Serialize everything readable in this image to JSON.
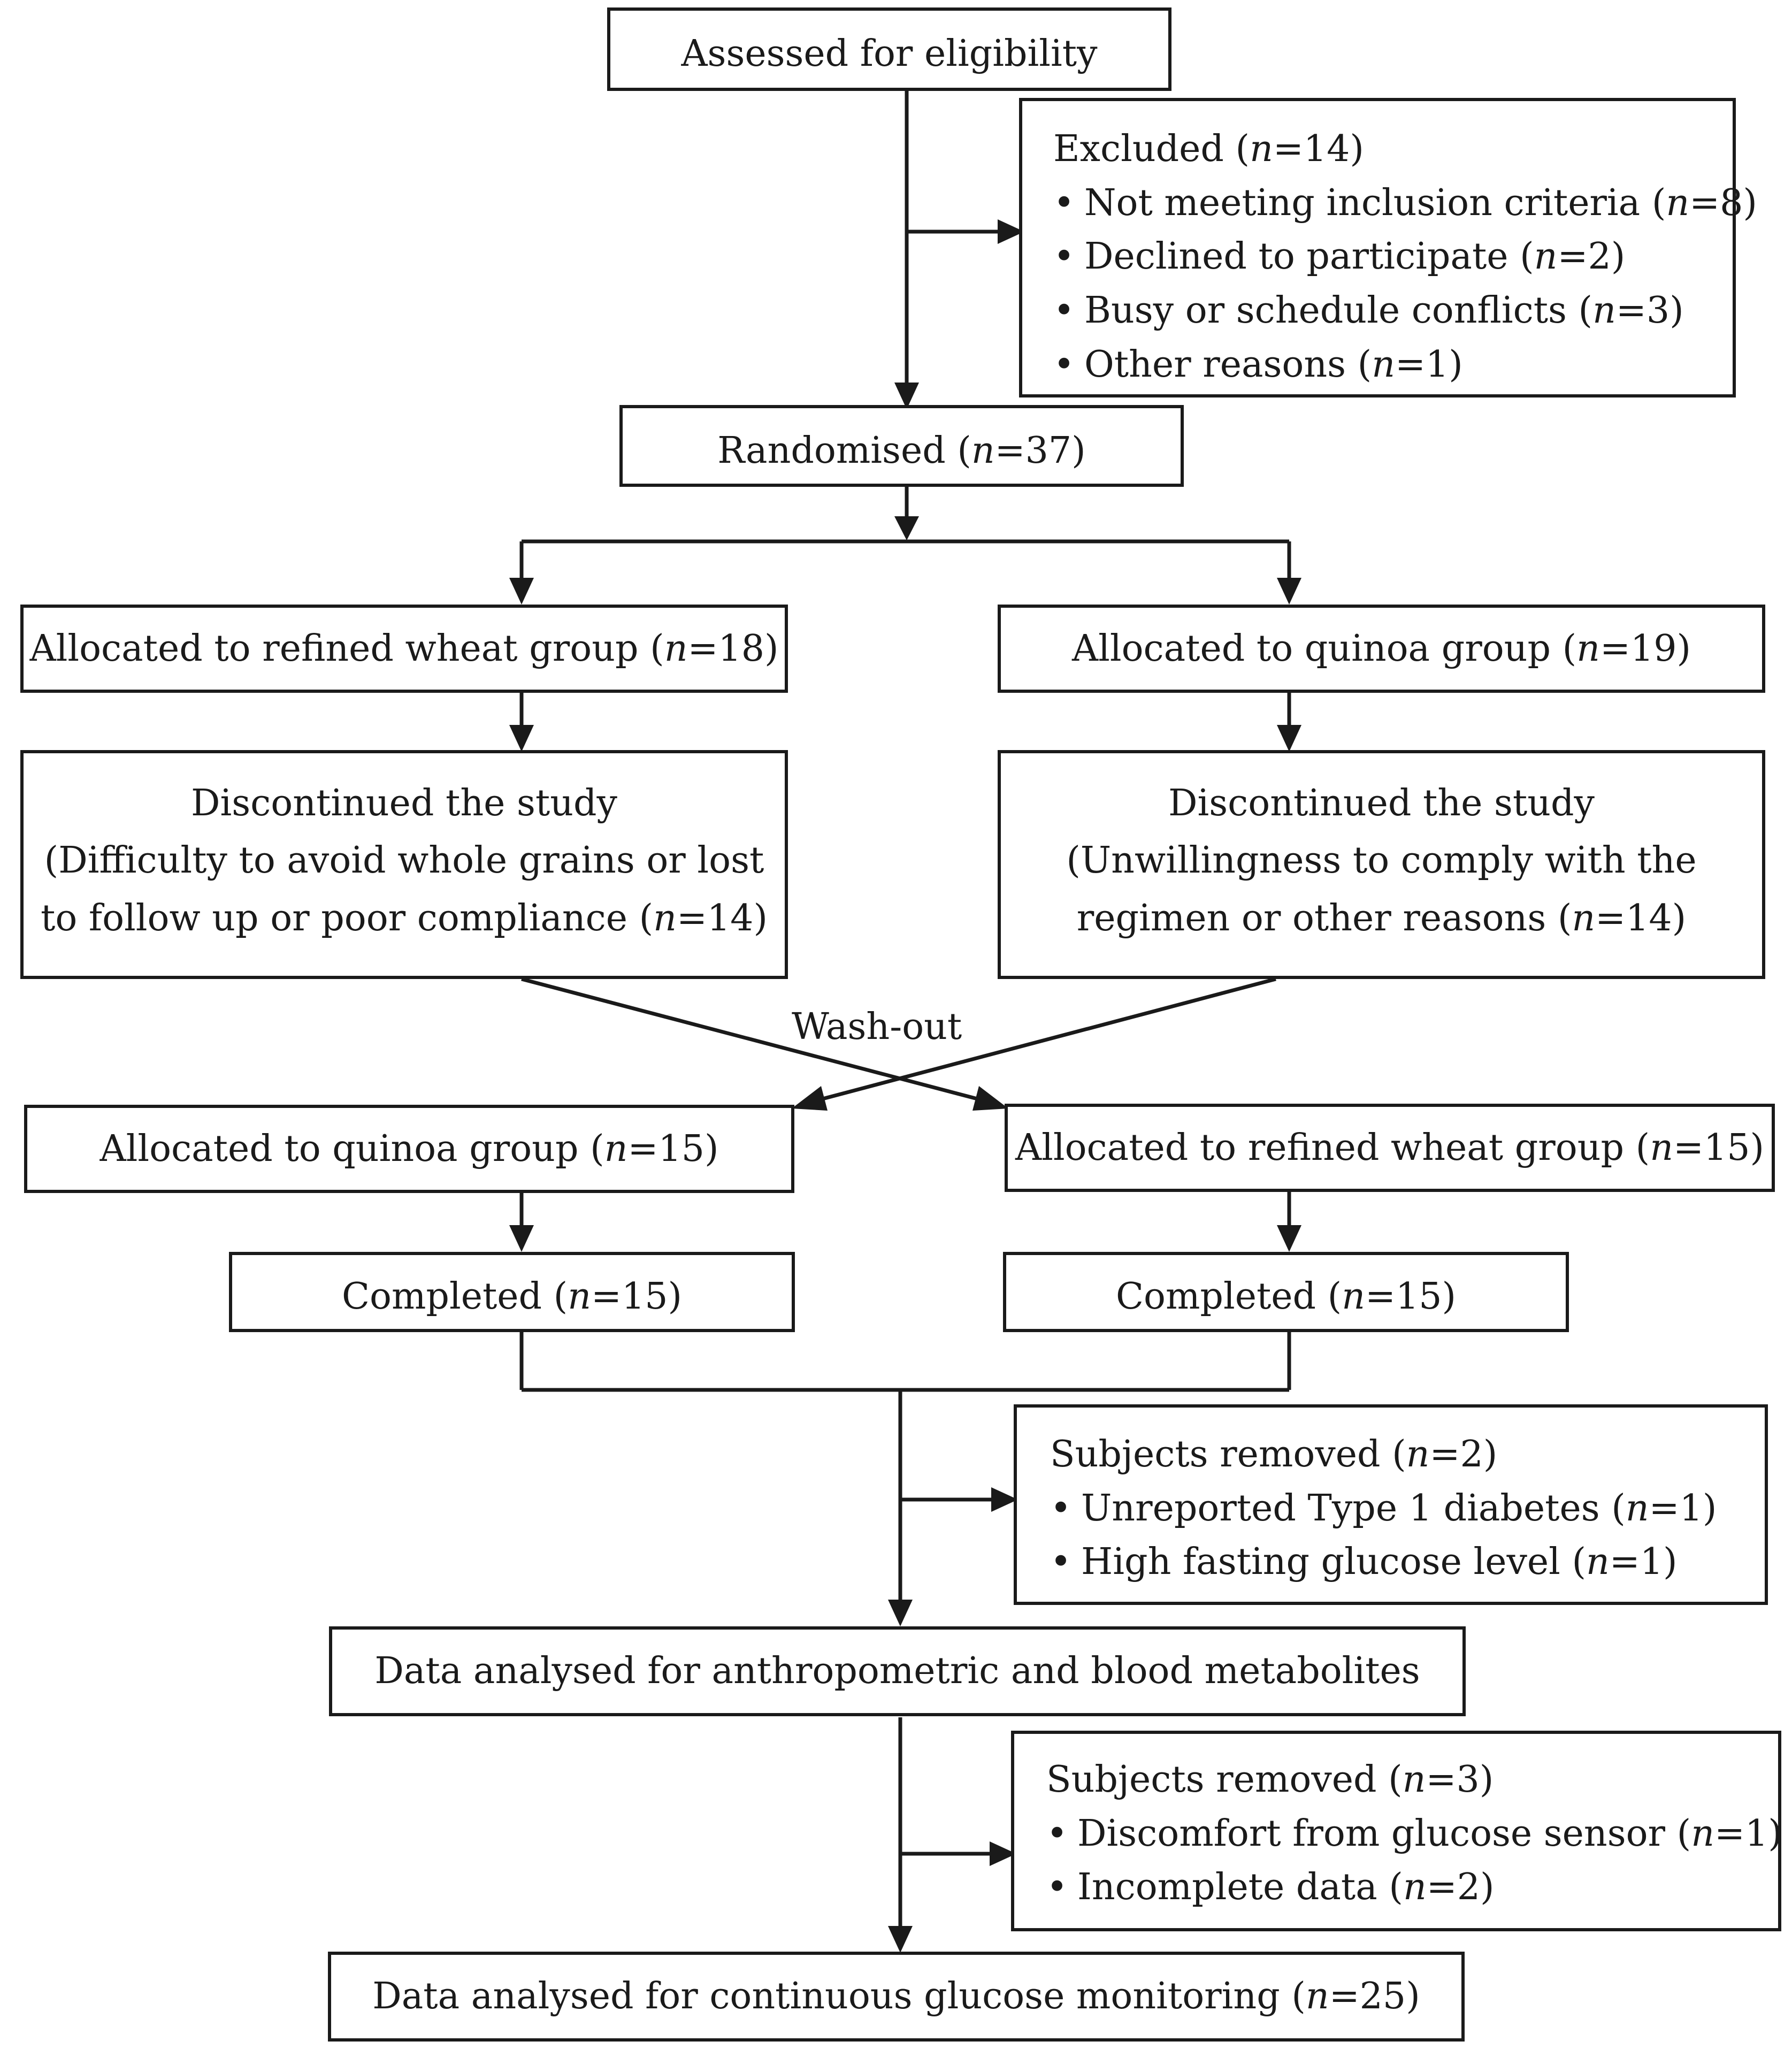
{
  "assessed": "Assessed for eligibility",
  "excluded": {
    "title": "Excluded (n=14)",
    "items": [
      "Not meeting inclusion criteria (n=8)",
      "Declined to participate (n=2)",
      "Busy or schedule conflicts (n=3)",
      "Other reasons (n=1)"
    ]
  },
  "randomised": "Randomised (n=37)",
  "left_alloc1": "Allocated to refined wheat group (n=18)",
  "right_alloc1": "Allocated to quinoa group (n=19)",
  "left_discontinued": {
    "title": "Discontinued the study",
    "lines": [
      "(Difficulty to avoid whole grains or lost",
      "to follow up or poor compliance (n=14)"
    ]
  },
  "right_discontinued": {
    "title": "Discontinued the study",
    "lines": [
      "(Unwillingness to comply with the",
      "regimen or other reasons (n=14)"
    ]
  },
  "washout": "Wash-out",
  "left_alloc2": "Allocated to quinoa group (n=15)",
  "right_alloc2": "Allocated to refined wheat group (n=15)",
  "left_completed": "Completed (n=15)",
  "right_completed": "Completed (n=15)",
  "removed1": {
    "title": "Subjects removed (n=2)",
    "items": [
      "Unreported Type 1 diabetes (n=1)",
      "High fasting glucose level (n=1)"
    ]
  },
  "analysed1": "Data analysed for anthropometric and blood metabolites",
  "removed2": {
    "title": "Subjects removed (n=3)",
    "items": [
      "Discomfort from glucose sensor (n=1)",
      "Incomplete data (n=2)"
    ]
  },
  "analysed2": "Data analysed for continuous glucose monitoring (n=25)",
  "bullet_char": "•",
  "line_color": "#1a1a1a"
}
